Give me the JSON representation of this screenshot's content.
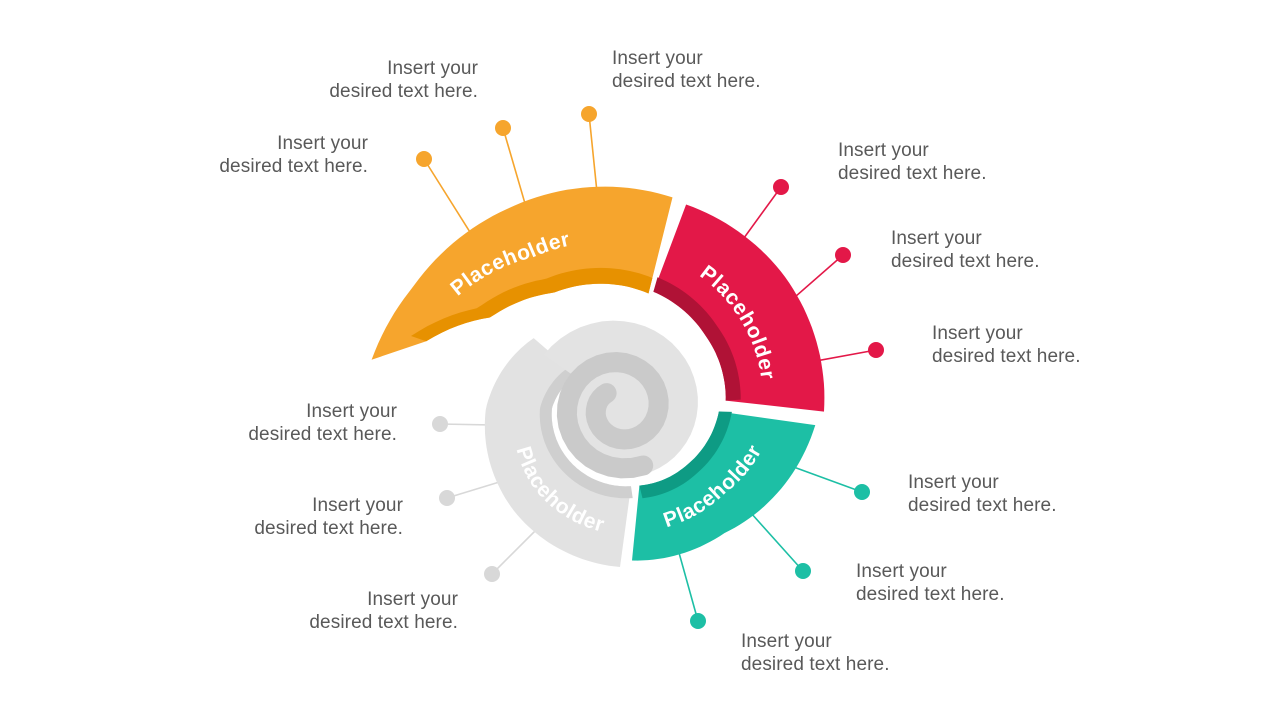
{
  "diagram": {
    "type": "spiral-swirl-4-segments",
    "segments": [
      {
        "id": "orange",
        "label": "Placeholder",
        "color": "#F6A52D",
        "dark_color": "#E79100",
        "callout_color": "#F6A52D"
      },
      {
        "id": "red",
        "label": "Placeholder",
        "color": "#E31848",
        "dark_color": "#B01236",
        "callout_color": "#E31848"
      },
      {
        "id": "teal",
        "label": "Placeholder",
        "color": "#1DBFA5",
        "dark_color": "#0E9B84",
        "callout_color": "#1DBFA5"
      },
      {
        "id": "gray",
        "label": "Placeholder",
        "color": "#E2E2E2",
        "dark_color": "#CFCFCF",
        "callout_color": "#D8D8D8"
      }
    ],
    "segment_label_color": "#FFFFFF",
    "swirl": {
      "light": "#E3E3E3",
      "medium": "#CACACA"
    }
  },
  "callout_text_color": "#595959",
  "callouts": [
    {
      "segment": "orange",
      "line1": "Insert your",
      "line2": "desired text here."
    },
    {
      "segment": "orange",
      "line1": "Insert your",
      "line2": "desired text here."
    },
    {
      "segment": "orange",
      "line1": "Insert your",
      "line2": "desired text here."
    },
    {
      "segment": "red",
      "line1": "Insert your",
      "line2": "desired text here."
    },
    {
      "segment": "red",
      "line1": "Insert your",
      "line2": "desired text here."
    },
    {
      "segment": "red",
      "line1": "Insert your",
      "line2": "desired text here."
    },
    {
      "segment": "teal",
      "line1": "Insert your",
      "line2": "desired text here."
    },
    {
      "segment": "teal",
      "line1": "Insert your",
      "line2": "desired text here."
    },
    {
      "segment": "teal",
      "line1": "Insert your",
      "line2": "desired text here."
    },
    {
      "segment": "gray",
      "line1": "Insert your",
      "line2": "desired text here."
    },
    {
      "segment": "gray",
      "line1": "Insert your",
      "line2": "desired text here."
    },
    {
      "segment": "gray",
      "line1": "Insert your",
      "line2": "desired text here."
    }
  ]
}
